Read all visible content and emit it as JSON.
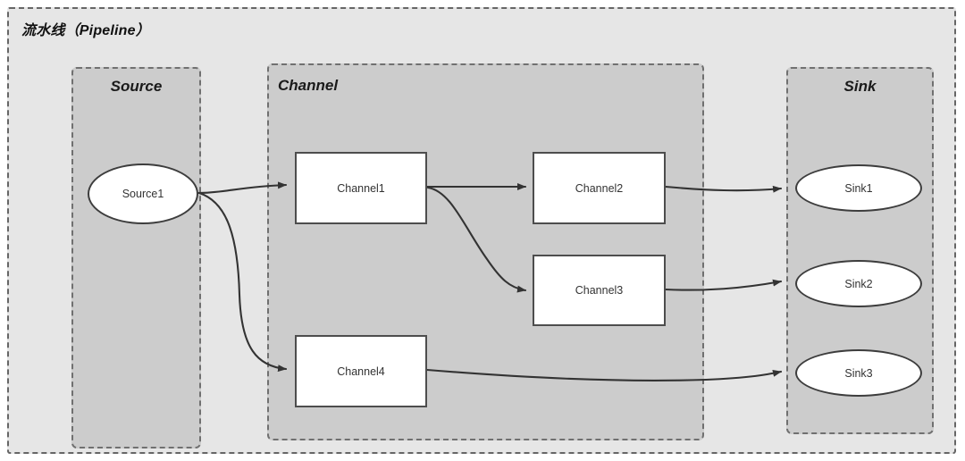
{
  "diagram": {
    "title": "流水线（Pipeline）",
    "background_color": "#ffffff",
    "container_fill": "#e6e6e6",
    "group_fill": "#cccccc",
    "node_fill": "#ffffff",
    "edge_color": "#333333",
    "border_color": "#666666"
  },
  "groups": [
    {
      "id": "source",
      "label": "Source"
    },
    {
      "id": "channel",
      "label": "Channel"
    },
    {
      "id": "sink",
      "label": "Sink"
    }
  ],
  "nodes": [
    {
      "id": "source1",
      "label": "Source1",
      "shape": "ellipse",
      "group": "source"
    },
    {
      "id": "channel1",
      "label": "Channel1",
      "shape": "rectangle",
      "group": "channel"
    },
    {
      "id": "channel2",
      "label": "Channel2",
      "shape": "rectangle",
      "group": "channel"
    },
    {
      "id": "channel3",
      "label": "Channel3",
      "shape": "rectangle",
      "group": "channel"
    },
    {
      "id": "channel4",
      "label": "Channel4",
      "shape": "rectangle",
      "group": "channel"
    },
    {
      "id": "sink1",
      "label": "Sink1",
      "shape": "ellipse",
      "group": "sink"
    },
    {
      "id": "sink2",
      "label": "Sink2",
      "shape": "ellipse",
      "group": "sink"
    },
    {
      "id": "sink3",
      "label": "Sink3",
      "shape": "ellipse",
      "group": "sink"
    }
  ],
  "edges": [
    {
      "id": "e1",
      "from": "source1",
      "to": "channel1",
      "arrow": true
    },
    {
      "id": "e2",
      "from": "source1",
      "to": "channel4",
      "arrow": true
    },
    {
      "id": "e3",
      "from": "channel1",
      "to": "channel2",
      "arrow": true
    },
    {
      "id": "e4",
      "from": "channel1",
      "to": "channel3",
      "arrow": true
    },
    {
      "id": "e5",
      "from": "channel2",
      "to": "sink1",
      "arrow": true
    },
    {
      "id": "e6",
      "from": "channel3",
      "to": "sink2",
      "arrow": true
    },
    {
      "id": "e7",
      "from": "channel4",
      "to": "sink3",
      "arrow": true
    }
  ]
}
